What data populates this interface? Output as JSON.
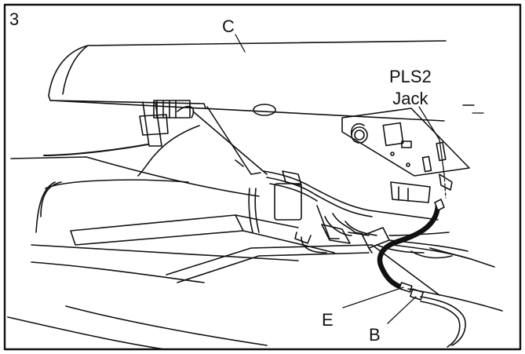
{
  "figure": {
    "number": "3",
    "labels": {
      "c": "C",
      "pls2_line1": "PLS2",
      "pls2_line2": "Jack",
      "e": "E",
      "b": "B"
    }
  }
}
